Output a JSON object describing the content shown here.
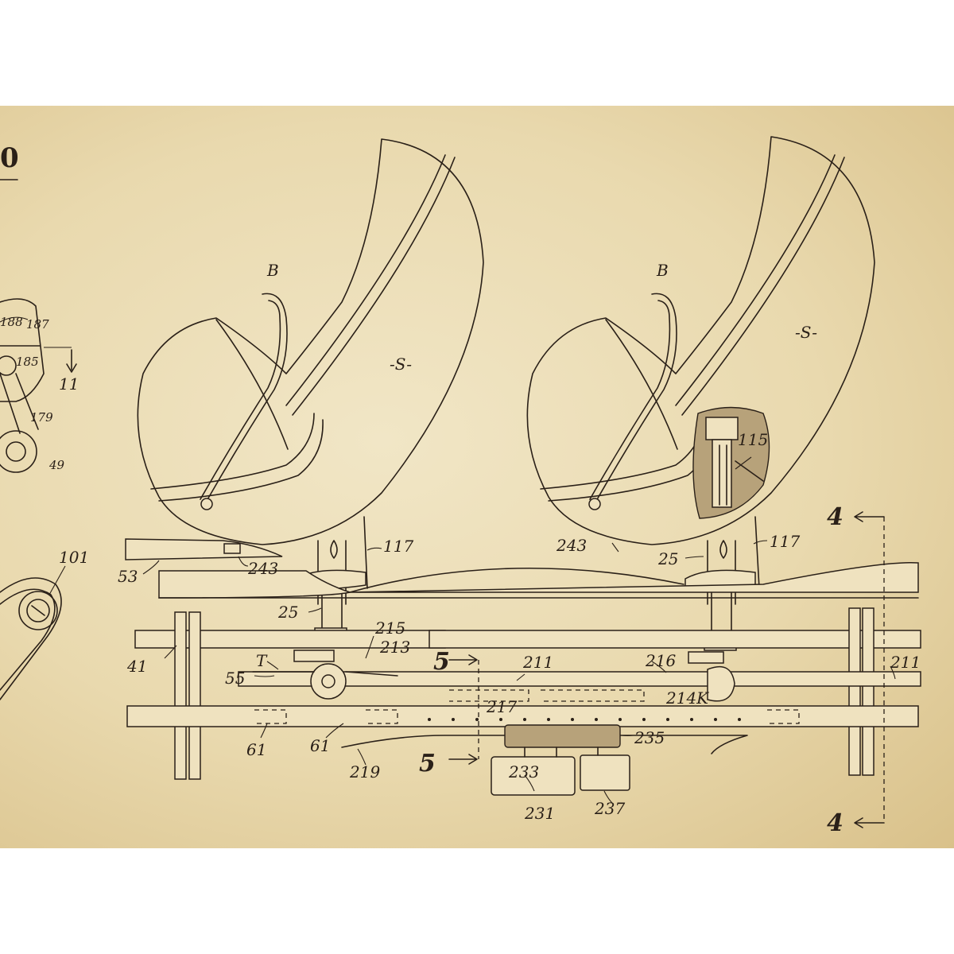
{
  "figure_number": "0",
  "labels": {
    "seat_left_ref": "B",
    "seat_right_ref": "B",
    "shell_left": "-S-",
    "shell_right": "-S-",
    "l188": "188",
    "l187": "187",
    "l185": "185",
    "l11": "11",
    "l179": "179",
    "l49": "49",
    "l101": "101",
    "l53": "53",
    "l243a": "243",
    "l243b": "243",
    "l117a": "117",
    "l117b": "117",
    "l115": "115",
    "l25a": "25",
    "l25b": "25",
    "l41": "41",
    "l55": "55",
    "lT": "T",
    "l215": "215",
    "l213": "213",
    "l211a": "211",
    "l211b": "211",
    "l216": "216",
    "l214": "214K",
    "l217": "217",
    "l61a": "61",
    "l61b": "61",
    "l219": "219",
    "l235": "235",
    "l233": "233",
    "l231": "231",
    "l237": "237",
    "sec5_top": "5",
    "sec5_bot": "5",
    "sec4_top": "4",
    "sec4_bot": "4"
  }
}
